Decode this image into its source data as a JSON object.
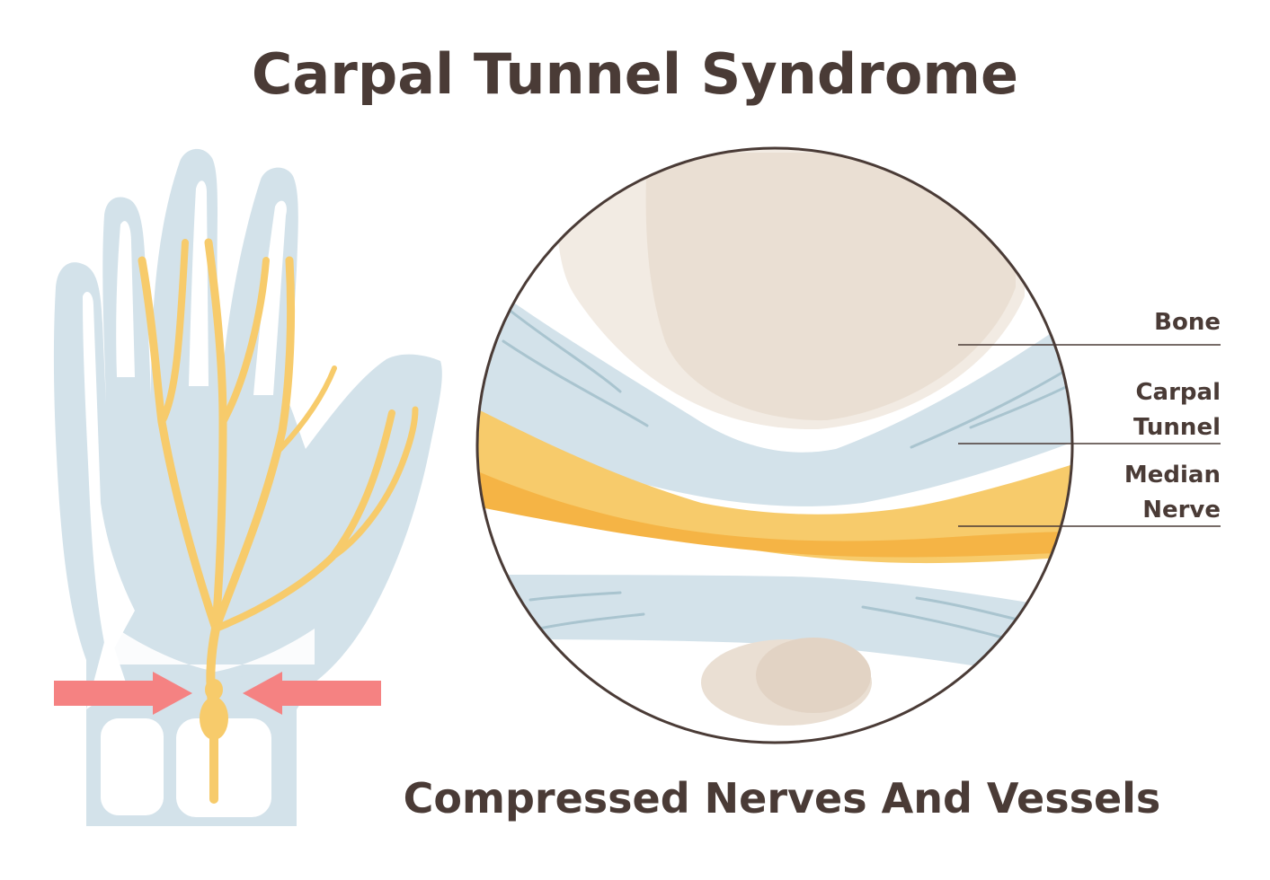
{
  "title": "Carpal Tunnel Syndrome",
  "subtitle": "Compressed Nerves And Vessels",
  "labels": {
    "bone": "Bone",
    "carpal_tunnel_line1": "Carpal",
    "carpal_tunnel_line2": "Tunnel",
    "median_nerve_line1": "Median",
    "median_nerve_line2": "Nerve"
  },
  "colors": {
    "text": "#4a3b36",
    "skin_outline": "#d3e2ea",
    "nerve": "#f7cb6b",
    "nerve_dark": "#f5b445",
    "bone": "#eadfd3",
    "bone_shadow": "#e2d3c4",
    "arrow": "#f58282",
    "circle_stroke": "#4a3b36"
  }
}
